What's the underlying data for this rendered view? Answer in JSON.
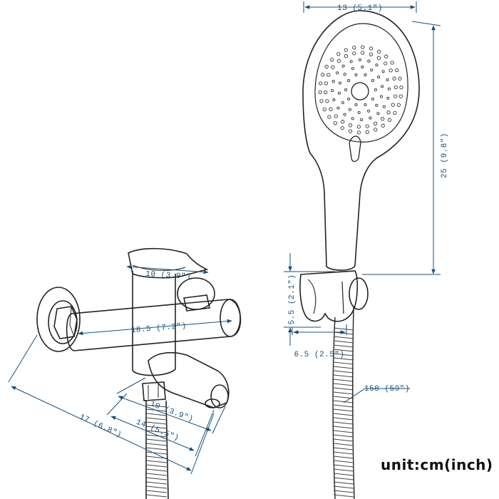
{
  "dimensions": {
    "head_width": "13 (5.1\")",
    "head_length": "25 (9.8\")",
    "holder_height": "5.5 (2.1\")",
    "holder_width": "6.5 (2.5\")",
    "hose_length": "150 (59\")",
    "lever_length": "10 (3.9\")",
    "body_width": "18.5 (7.2\")",
    "spout_length": "10 (3.9\")",
    "spout_reach": "14 (5.5\")",
    "total_depth": "17 (6.8\")"
  },
  "unit_label": "unit:cm(inch)",
  "colors": {
    "line": "#222222",
    "dimension": "#1a4f7a"
  }
}
